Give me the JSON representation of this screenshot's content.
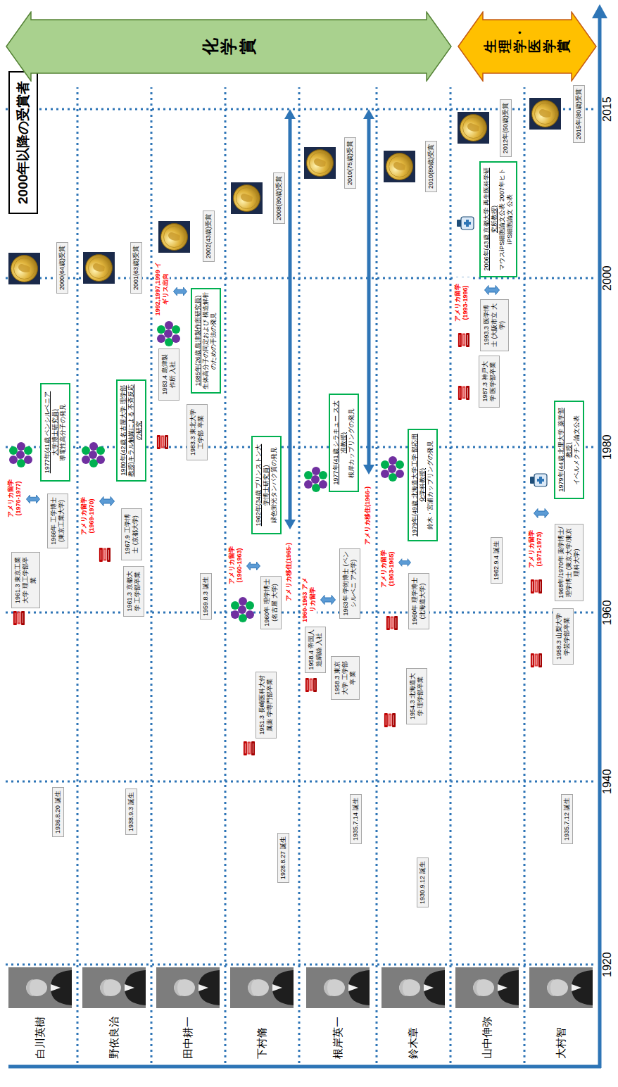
{
  "diagram": {
    "title": "2000年以降の受賞者",
    "nodes": [
      {
        "text": [
          "1936.8.20 誕生"
        ]
      },
      {
        "text": [
          "1961.3 東京工業大学 理工学部卒業"
        ]
      },
      {
        "text": [
          "1966年 工学博士 (東京工業大学)"
        ]
      },
      {
        "text": [
          "1977年(41歳 ペンシルベニア 大学博士研究員)",
          "導電性高分子の発見"
        ]
      },
      {
        "text": [
          "2000(64歳)受賞"
        ]
      },
      {
        "text": [
          "1938.9.3 誕生"
        ]
      },
      {
        "text": [
          "1961.3 京都大学 工学部卒業"
        ]
      },
      {
        "text": [
          "1967.9 工学博士 (京都大学)"
        ]
      },
      {
        "text": [
          "1980年(42歳 名古屋大学 理学部教授)キラル触媒による 不斉反応の研究"
        ]
      },
      {
        "text": [
          "2001(63歳)受賞"
        ]
      },
      {
        "text": [
          "1959.8.3 誕生"
        ]
      },
      {
        "text": [
          "1983.3 東北大学工学部 卒業"
        ]
      },
      {
        "text": [
          "1983.4 島津製作所 入社"
        ]
      },
      {
        "text": [
          "1985年(26歳 島津製作所研究員)",
          "生体高分子の同定および 構造解析のための手法の発見"
        ]
      },
      {
        "text": [
          "2002(43歳)受賞"
        ]
      },
      {
        "text": [
          "1928.8.27 誕生"
        ]
      },
      {
        "text": [
          "1951.3 長崎医科大付属薬 学専門部卒業"
        ]
      },
      {
        "text": [
          "1960年 理学博士 (名古屋 大学)"
        ]
      },
      {
        "text": [
          "1962年(34歳 プリンストン大 学博士研究員)",
          "緑色蛍光タンパク質の発見"
        ]
      },
      {
        "text": [
          "2008(80歳)受賞"
        ]
      },
      {
        "text": [
          "1935.7.14 誕生"
        ]
      },
      {
        "text": [
          "1958.3 東京大学 工学部卒 業"
        ]
      },
      {
        "text": [
          "1958.4 帝国人 造絹絲 入社"
        ]
      },
      {
        "text": [
          "1963年 学術博士 (ペンシルベニ ア大学)"
        ]
      },
      {
        "text": [
          "1977年(41歳 シラキュー ス大准教授)",
          "根岸カップリングの発見"
        ]
      },
      {
        "text": [
          "2010(75歳)受賞"
        ]
      },
      {
        "text": [
          "1930.9.12 誕生"
        ]
      },
      {
        "text": [
          "1954.3 北海道大学 理学部卒業"
        ]
      },
      {
        "text": [
          "1960年 理学博士 (北海道大学)"
        ]
      },
      {
        "text": [
          "1979年(49歳 北海道大学工学 部応用化学科教授)",
          "鈴木・宮浦カップリングの発見"
        ]
      },
      {
        "text": [
          "2010(80歳)受賞"
        ]
      },
      {
        "text": [
          "1962.9.4 誕生"
        ]
      },
      {
        "text": [
          "1987.3 神戸大学 医学部卒業"
        ]
      },
      {
        "text": [
          "1993.3 医学博士 (大阪市立 大学)"
        ]
      },
      {
        "text": [
          "2006年(43歳 京都大学 再生医科学研究所教授)",
          "マウスiPS細胞論文公表 2007年ヒトiPS細胞論文 公表"
        ]
      },
      {
        "text": [
          "2012年(50歳)受賞"
        ]
      },
      {
        "text": [
          "1935.7.12 誕生"
        ]
      },
      {
        "text": [
          "1958.3 山梨大学 学芸学部卒業"
        ]
      },
      {
        "text": [
          "1968年/1970年 薬学博士/理学博士 (東京大学/東京理科大学)"
        ]
      },
      {
        "text": [
          "1979年(44歳 北里大学 薬学部教授)",
          "イベルメクチン論文公表"
        ]
      },
      {
        "text": [
          "2015年(80歳)受賞"
        ]
      },
      {
        "text": [
          "化学賞"
        ]
      },
      {
        "text": [
          "生理学・医学賞"
        ]
      }
    ],
    "labels": [
      "白川英樹",
      "野依良治",
      "田中耕一",
      "下村脩",
      "根岸英一",
      "鈴木章",
      "山中伸弥",
      "大村智",
      "1920",
      "1940",
      "1960",
      "1980",
      "2000",
      "2015",
      "アメリカ留学 (1976-1977)",
      "アメリカ留学 (1969-1970)",
      "1992,1997,1999 イギリス出向",
      "アメリカ留学 (1960-1963)",
      "アメリカ移住(1965-)",
      "1960-1963 アメリカ留学",
      "アメリカ移住(1966-)",
      "アメリカ留学 (1963-1965)",
      "アメリカ留学 (1993-1996)",
      "アメリカ留学 (1971-1973)"
    ]
  }
}
